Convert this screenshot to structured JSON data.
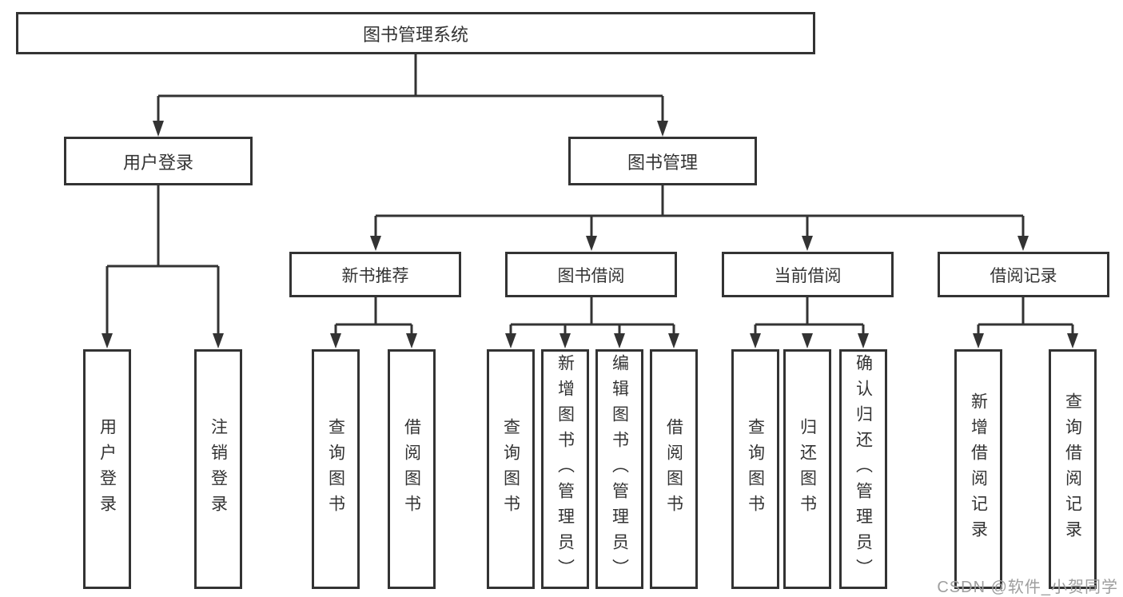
{
  "diagram": {
    "type": "hierarchy-tree",
    "colors": {
      "line": "#333333",
      "text": "#333333",
      "background": "#ffffff",
      "watermark": "#9e9e9e"
    },
    "nodes": {
      "root": {
        "label": "图书管理系统"
      },
      "level2": [
        {
          "label": "用户登录"
        },
        {
          "label": "图书管理"
        }
      ],
      "level3": [
        {
          "label": "新书推荐",
          "parent": "图书管理"
        },
        {
          "label": "图书借阅",
          "parent": "图书管理"
        },
        {
          "label": "当前借阅",
          "parent": "图书管理"
        },
        {
          "label": "借阅记录",
          "parent": "图书管理"
        }
      ],
      "leaves": [
        {
          "label": "用户登录",
          "parent": "用户登录"
        },
        {
          "label": "注销登录",
          "parent": "用户登录"
        },
        {
          "label": "查询图书",
          "parent": "新书推荐"
        },
        {
          "label": "借阅图书",
          "parent": "新书推荐"
        },
        {
          "label": "查询图书",
          "parent": "图书借阅"
        },
        {
          "label": "新增图书（管理员）",
          "parent": "图书借阅"
        },
        {
          "label": "编辑图书（管理员）",
          "parent": "图书借阅"
        },
        {
          "label": "借阅图书",
          "parent": "图书借阅"
        },
        {
          "label": "查询图书",
          "parent": "当前借阅"
        },
        {
          "label": "归还图书",
          "parent": "当前借阅"
        },
        {
          "label": "确认归还（管理员）",
          "parent": "当前借阅"
        },
        {
          "label": "新增借阅记录",
          "parent": "借阅记录"
        },
        {
          "label": "查询借阅记录",
          "parent": "借阅记录"
        }
      ]
    }
  },
  "watermark": {
    "text": "CSDN @软件_小贺同学"
  }
}
